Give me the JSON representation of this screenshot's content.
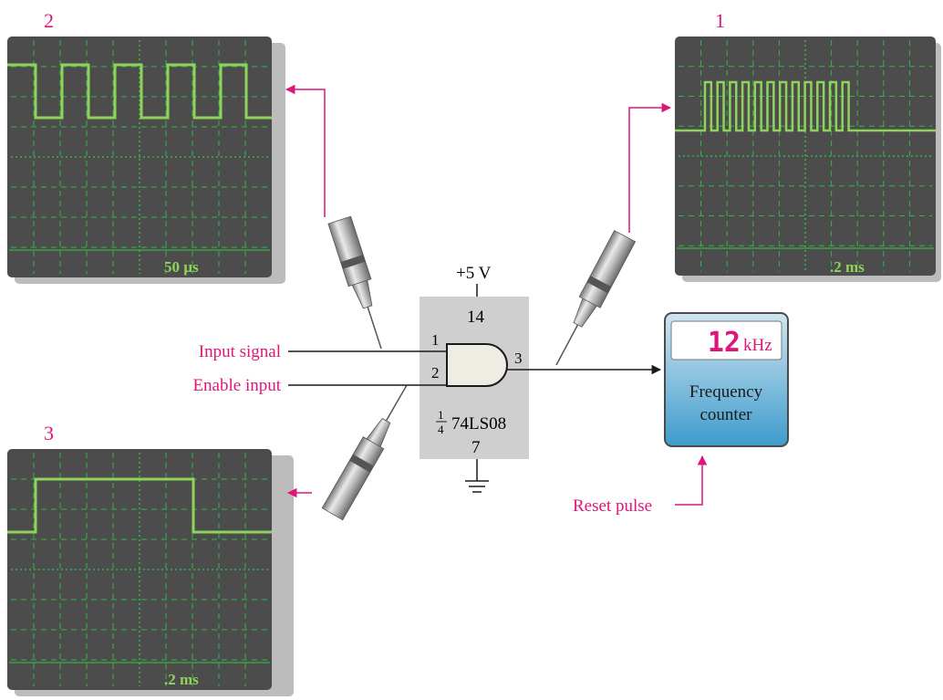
{
  "colors": {
    "magenta": "#e0157a",
    "trace": "#8fd35a",
    "grid": "#35b34a",
    "screen": "#4c4c4c",
    "chip": "#cfcfcf",
    "gate_fill": "#efece3",
    "counter_top": "#cfe6f2",
    "counter_bottom": "#3c9ccc"
  },
  "scopes": [
    {
      "id": "2",
      "label": "2",
      "timebase": "50 µs"
    },
    {
      "id": "1",
      "label": "1",
      "timebase": ".2 ms"
    },
    {
      "id": "3",
      "label": "3",
      "timebase": ".2 ms"
    }
  ],
  "ic": {
    "supply": "+5 V",
    "vcc_pin": "14",
    "gnd_pin": "7",
    "fraction_num": "1",
    "fraction_den": "4",
    "part": "74LS08",
    "pins": {
      "in1": "1",
      "in2": "2",
      "out": "3"
    }
  },
  "inputs": {
    "signal": "Input signal",
    "enable": "Enable input"
  },
  "counter": {
    "reading": "12",
    "unit": "kHz",
    "title_line1": "Frequency",
    "title_line2": "counter",
    "reset_label": "Reset pulse"
  },
  "icons": [
    "probe-icon",
    "ground-symbol-icon",
    "and-gate-icon",
    "arrow-icon"
  ]
}
